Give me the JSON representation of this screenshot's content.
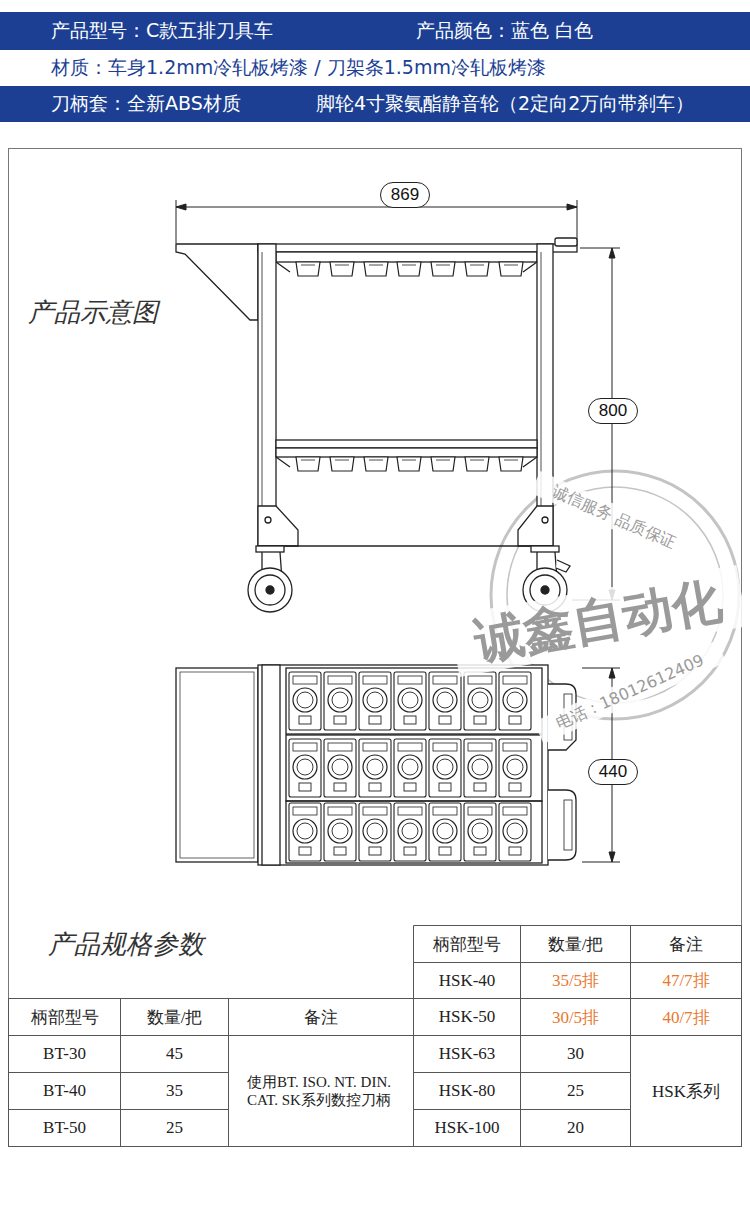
{
  "diagram": {
    "nodes": [
      {
        "text": [
          "产品型号：C款五排刀具车",
          "产品颜色：蓝色 白色"
        ]
      },
      {
        "text": [
          "材质：车身1.2mm冷轧板烤漆 / 刀架条1.5mm冷轧板烤漆"
        ]
      },
      {
        "text": [
          "刀柄套：全新ABS材质",
          "脚轮4寸聚氨酯静音轮（2定向2万向带刹车）"
        ]
      },
      {
        "text": [
          "产品示意图",
          "产品规格参数"
        ]
      },
      {
        "text": [
          "869"
        ],
        "in": 3
      },
      {
        "text": [
          "800"
        ],
        "in": 3
      },
      {
        "text": [
          "440"
        ],
        "in": 3
      }
    ],
    "labels": [
      "诚信服务 品质保证",
      "诚鑫自动化",
      "电话：18012612409",
      "柄部型号",
      "数量/把",
      "备注",
      "HSK-40",
      "35/5排",
      "47/7排",
      "HSK-50",
      "30/5排",
      "40/7排",
      "HSK-63",
      "30",
      "HSK系列",
      "HSK-80",
      "25",
      "HSK-100",
      "20",
      "柄部型号",
      "数量/把",
      "备注",
      "BT-30",
      "45",
      "使用BT. ISO. NT. DIN. CAT. SK系列数控刀柄",
      "BT-40",
      "35",
      "BT-50",
      "25"
    ]
  }
}
